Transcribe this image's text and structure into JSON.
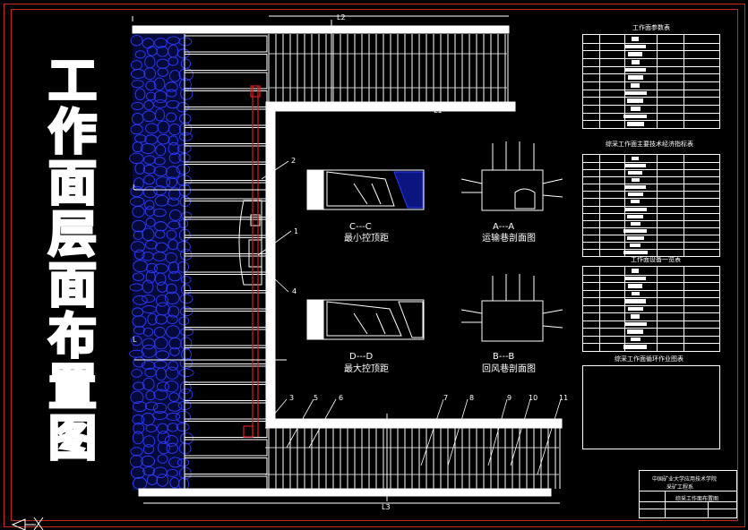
{
  "title_chars": [
    "工",
    "作",
    "面",
    "层",
    "面",
    "布",
    "置",
    "图"
  ],
  "section_labels": {
    "cc_name": "C---C",
    "cc_desc": "最小控顶距",
    "dd_name": "D---D",
    "dd_desc": "最大控顶距",
    "aa_name": "A---A",
    "aa_desc": "运输巷剖面图",
    "bb_name": "B---B",
    "bb_desc": "回风巷剖面图"
  },
  "callout_numbers": [
    "1",
    "2",
    "3",
    "4",
    "5",
    "6",
    "7",
    "8",
    "9",
    "10",
    "11"
  ],
  "dimension_labels": {
    "top": "L2",
    "mid": "L1",
    "bottom": "L3",
    "left_a": "L",
    "left_b": "L"
  },
  "tables": {
    "t1_title": "工作面参数表",
    "t2_title": "综采工作面主要技术经济指标表",
    "t3_title": "工作面设备一览表",
    "t4_title": "综采工作面循环作业图表"
  },
  "title_block": {
    "line1": "中国矿业大学应用技术学院",
    "line2": "采矿工程系",
    "drawing_name": "综采工作面布置图"
  },
  "colors": {
    "frame": "#c8281e",
    "lines": "#ffffff",
    "coal": "#1a2bd8",
    "highlight": "#e01b1b"
  }
}
